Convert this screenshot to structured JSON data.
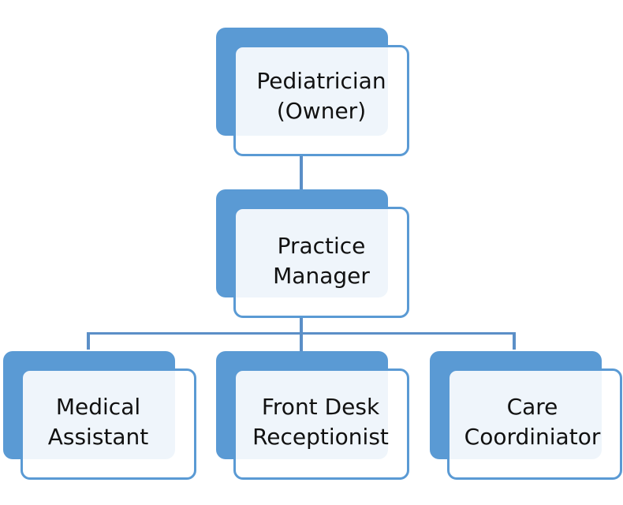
{
  "diagram": {
    "type": "org-chart",
    "colors": {
      "box_back": "#5a9ad4",
      "box_border": "#5a9ad4",
      "connector": "#5b8fc7",
      "text": "#111111"
    },
    "nodes": [
      {
        "id": "pediatrician",
        "label": "Pediatrician\n(Owner)",
        "level": 0
      },
      {
        "id": "practice-manager",
        "label": "Practice\nManager",
        "level": 1,
        "parent": "pediatrician"
      },
      {
        "id": "medical-assistant",
        "label": "Medical\nAssistant",
        "level": 2,
        "parent": "practice-manager"
      },
      {
        "id": "front-desk-receptionist",
        "label": "Front Desk\nReceptionist",
        "level": 2,
        "parent": "practice-manager"
      },
      {
        "id": "care-coordinator",
        "label": "Care\nCoordiniator",
        "level": 2,
        "parent": "practice-manager"
      }
    ]
  }
}
